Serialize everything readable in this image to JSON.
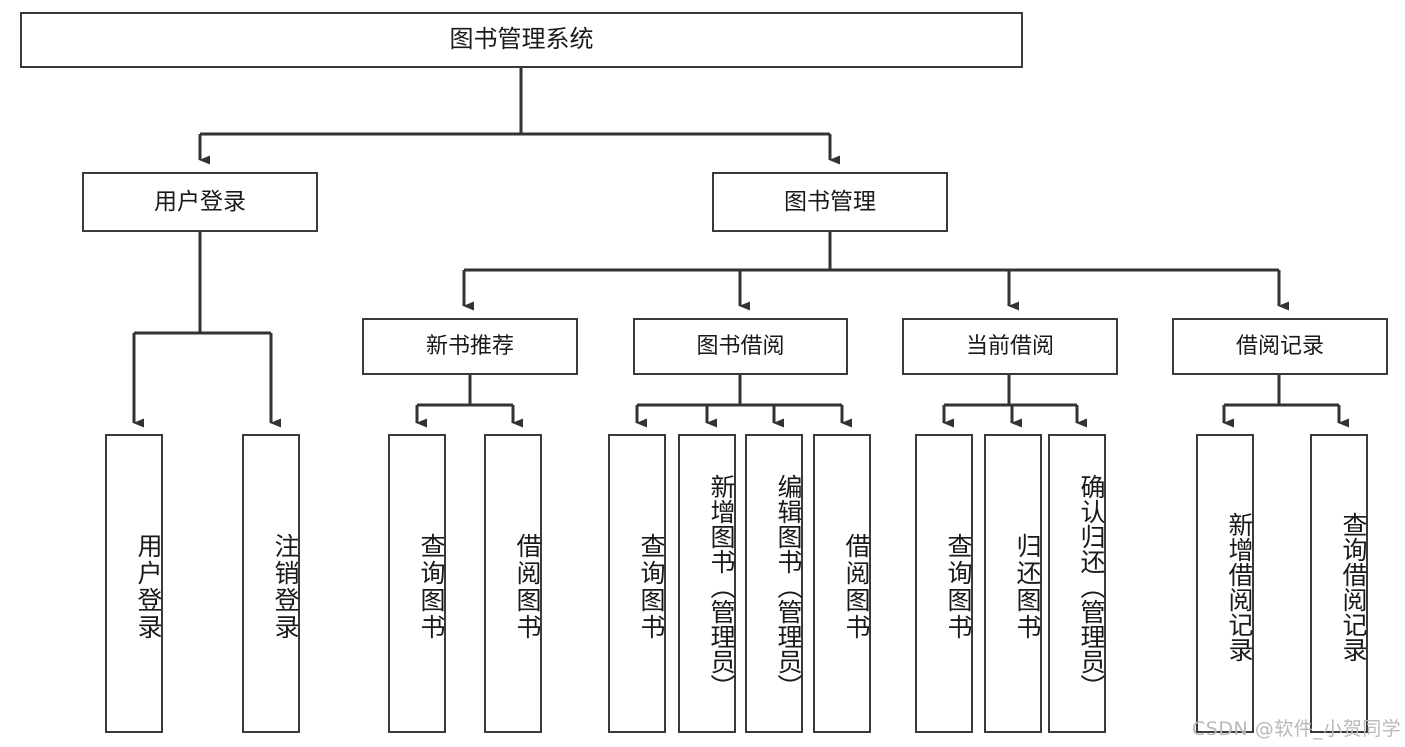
{
  "diagram": {
    "title": "图书管理系统",
    "type": "tree-hierarchy",
    "root": {
      "label": "图书管理系统"
    },
    "level1": [
      {
        "id": "user-login",
        "label": "用户登录"
      },
      {
        "id": "book-management",
        "label": "图书管理"
      }
    ],
    "level2": [
      {
        "id": "new-book-recommend",
        "label": "新书推荐",
        "parent": "book-management"
      },
      {
        "id": "book-borrow",
        "label": "图书借阅",
        "parent": "book-management"
      },
      {
        "id": "current-borrow",
        "label": "当前借阅",
        "parent": "book-management"
      },
      {
        "id": "borrow-record",
        "label": "借阅记录",
        "parent": "book-management"
      }
    ],
    "leaves": {
      "user-login": [
        {
          "id": "leaf-user-login",
          "label": "用户登录"
        },
        {
          "id": "leaf-logout-login",
          "label": "注销登录"
        }
      ],
      "new-book-recommend": [
        {
          "id": "leaf-query-book-1",
          "label": "查询图书"
        },
        {
          "id": "leaf-borrow-book-1",
          "label": "借阅图书"
        }
      ],
      "book-borrow": [
        {
          "id": "leaf-query-book-2",
          "label": "查询图书"
        },
        {
          "id": "leaf-add-book",
          "label": "新增图书（管理员）"
        },
        {
          "id": "leaf-edit-book",
          "label": "编辑图书（管理员）"
        },
        {
          "id": "leaf-borrow-book-2",
          "label": "借阅图书"
        }
      ],
      "current-borrow": [
        {
          "id": "leaf-query-book-3",
          "label": "查询图书"
        },
        {
          "id": "leaf-return-book",
          "label": "归还图书"
        },
        {
          "id": "leaf-confirm-return",
          "label": "确认归还（管理员）"
        }
      ],
      "borrow-record": [
        {
          "id": "leaf-add-record",
          "label": "新增借阅记录"
        },
        {
          "id": "leaf-query-record",
          "label": "查询借阅记录"
        }
      ]
    },
    "colors": {
      "border": "#3a3a3a",
      "connector": "#333333",
      "background": "#ffffff",
      "text": "#1a1a1a",
      "watermark": "#b9b9b9"
    }
  },
  "watermark": {
    "text": "CSDN @软件_小贺同学"
  }
}
